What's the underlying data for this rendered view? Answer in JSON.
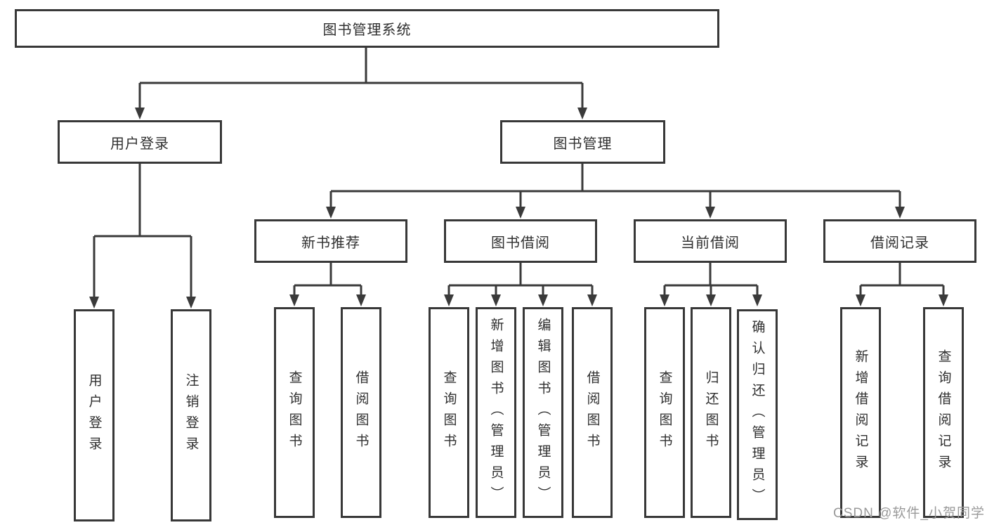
{
  "diagram": {
    "type": "org-tree",
    "root": {
      "label": "图书管理系统",
      "children": [
        {
          "label": "用户登录",
          "children": [
            {
              "label": "用户登录"
            },
            {
              "label": "注销登录"
            }
          ]
        },
        {
          "label": "图书管理",
          "children": [
            {
              "label": "新书推荐",
              "children": [
                {
                  "label": "查询图书"
                },
                {
                  "label": "借阅图书"
                }
              ]
            },
            {
              "label": "图书借阅",
              "children": [
                {
                  "label": "查询图书"
                },
                {
                  "label": "新增图书（管理员）"
                },
                {
                  "label": "编辑图书（管理员）"
                },
                {
                  "label": "借阅图书"
                }
              ]
            },
            {
              "label": "当前借阅",
              "children": [
                {
                  "label": "查询图书"
                },
                {
                  "label": "归还图书"
                },
                {
                  "label": "确认归还（管理员）"
                }
              ]
            },
            {
              "label": "借阅记录",
              "children": [
                {
                  "label": "新增借阅记录"
                },
                {
                  "label": "查询借阅记录"
                }
              ]
            }
          ]
        }
      ]
    },
    "colors": {
      "line": "#3a3a3a",
      "box_border": "#383838",
      "text": "#2f2f2f",
      "background": "#ffffff",
      "watermark": "#9a9a9a"
    }
  },
  "watermark": {
    "text": "CSDN @软件_小贺同学"
  }
}
